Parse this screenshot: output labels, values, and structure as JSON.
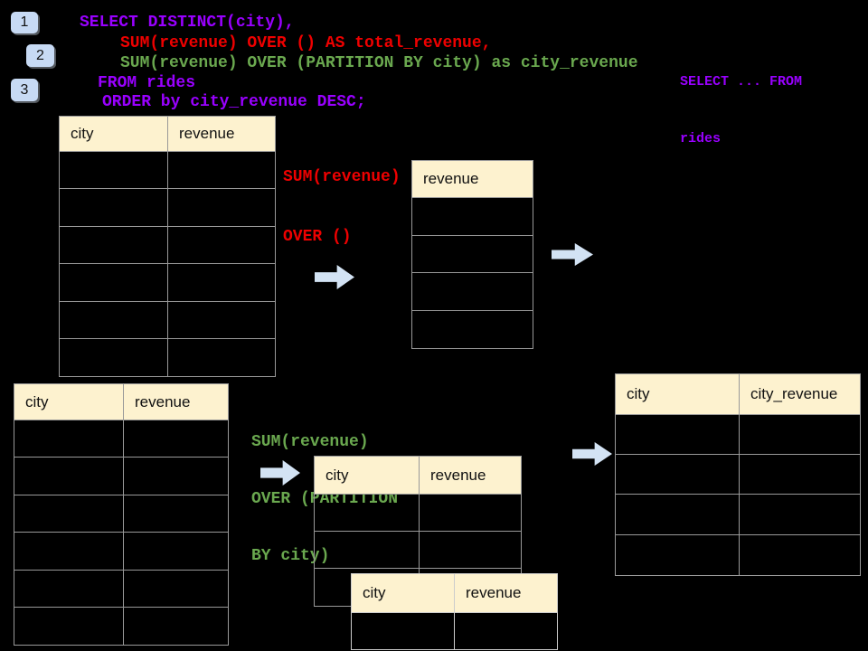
{
  "colors": {
    "background": "#000000",
    "sql_purple": "#9900FF",
    "sql_red": "#EE0000",
    "sql_green": "#6AA84F",
    "table_header_bg": "#FDF2CF",
    "table_border": "#999999",
    "overlay_table_border": "#CCCCCC",
    "arrow_fill": "#D3E3F4",
    "badge_bg": "#C7DAF4"
  },
  "badges": [
    "1",
    "2",
    "3"
  ],
  "sql": {
    "lines": [
      {
        "text": "SELECT DISTINCT(city),",
        "color": "purple"
      },
      {
        "text": "SUM(revenue) OVER () AS total_revenue,",
        "color": "red"
      },
      {
        "text": "SUM(revenue) OVER (PARTITION BY city) as city_revenue",
        "color": "green"
      },
      {
        "text": "FROM rides",
        "color": "purple"
      },
      {
        "text": "ORDER by city_revenue DESC;",
        "color": "purple"
      }
    ]
  },
  "side_note": {
    "lines": [
      "SELECT ... FROM",
      "rides"
    ]
  },
  "labels": {
    "total": {
      "lines": [
        "SUM(revenue)",
        "OVER ()"
      ]
    },
    "partition": {
      "lines": [
        "SUM(revenue)",
        "OVER (PARTITION",
        "BY city)"
      ]
    }
  },
  "tables": {
    "source_top": {
      "headers": [
        "city",
        "revenue"
      ],
      "rows": 6
    },
    "total_result": {
      "headers": [
        "revenue"
      ],
      "rows": 4
    },
    "source_bottom": {
      "headers": [
        "city",
        "revenue"
      ],
      "rows": 6
    },
    "partition_mid": {
      "headers": [
        "city",
        "revenue"
      ],
      "rows": 3
    },
    "partition_overlay": {
      "headers": [
        "city",
        "revenue"
      ],
      "rows": 1
    },
    "city_result": {
      "headers": [
        "city",
        "city_revenue"
      ],
      "rows": 4
    }
  },
  "icons": {
    "flow_arrow": "arrow-right-icon"
  }
}
